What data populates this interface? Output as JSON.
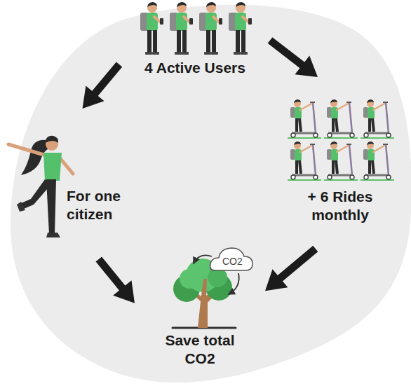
{
  "diagram": {
    "nodes": [
      {
        "text": [
          "4 Active Users"
        ]
      },
      {
        "text": [
          "For one citizen"
        ]
      },
      {
        "text": [
          "+ 6 Rides monthly"
        ]
      },
      {
        "text": [
          "Save total CO2"
        ]
      }
    ],
    "edges": [
      {
        "from": 0,
        "to": 1,
        "arrow": "to"
      },
      {
        "from": 0,
        "to": 2,
        "arrow": "to"
      },
      {
        "from": 1,
        "to": 3,
        "arrow": "to"
      },
      {
        "from": 2,
        "to": 3,
        "arrow": "to"
      }
    ],
    "labels": [
      "CO2"
    ]
  }
}
